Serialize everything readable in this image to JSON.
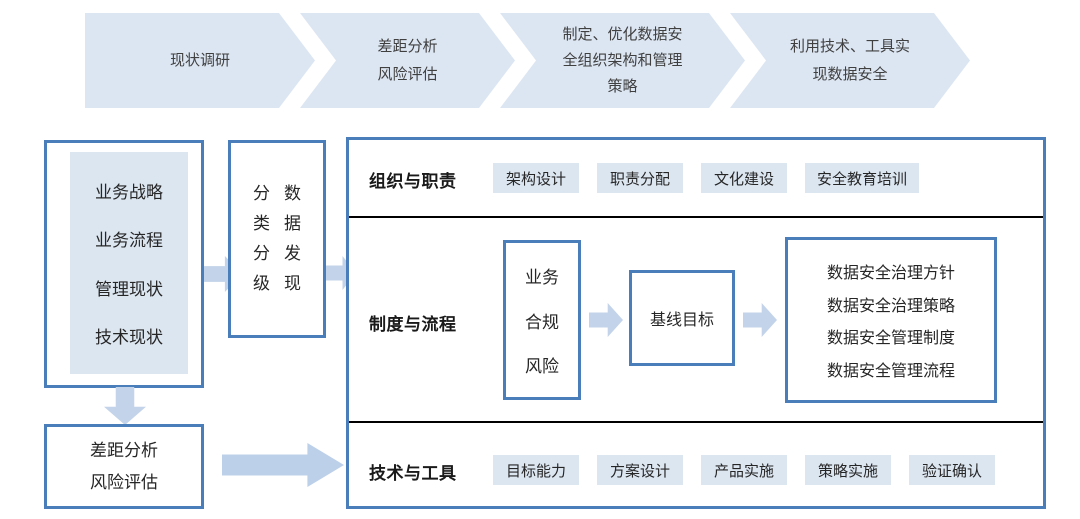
{
  "process_band": {
    "steps": [
      {
        "lines": [
          "现状调研"
        ]
      },
      {
        "lines": [
          "差距分析",
          "风险评估"
        ]
      },
      {
        "lines": [
          "制定、优化数据安",
          "全组织架构和管理",
          "策略"
        ]
      },
      {
        "lines": [
          "利用技术、工具实",
          "现数据安全"
        ]
      }
    ]
  },
  "left_column": {
    "survey_box": {
      "items": [
        "业务战略",
        "业务流程",
        "管理现状",
        "技术现状"
      ]
    },
    "classify_box": {
      "col_left": [
        "分",
        "类",
        "分",
        "级"
      ],
      "col_right": [
        "数",
        "据",
        "发",
        "现"
      ]
    },
    "gap_box": {
      "lines": [
        "差距分析",
        "风险评估"
      ]
    }
  },
  "panel": {
    "rows": [
      {
        "title": "组织与职责",
        "tags": [
          "架构设计",
          "职责分配",
          "文化建设",
          "安全教育培训"
        ]
      },
      {
        "title": "制度与流程",
        "inputs": [
          "业务",
          "合规",
          "风险"
        ],
        "baseline": "基线目标",
        "outputs": [
          "数据安全治理方针",
          "数据安全治理策略",
          "数据安全管理制度",
          "数据安全管理流程"
        ]
      },
      {
        "title": "技术与工具",
        "tags": [
          "目标能力",
          "方案设计",
          "产品实施",
          "策略实施",
          "验证确认"
        ]
      }
    ]
  },
  "colors": {
    "border_blue": "#4a7ebb",
    "tag_fill": "#dce6f1",
    "chevron_fill": "#dce6f3",
    "arrow_fill": "#c3d3e9",
    "divider": "#000000"
  }
}
